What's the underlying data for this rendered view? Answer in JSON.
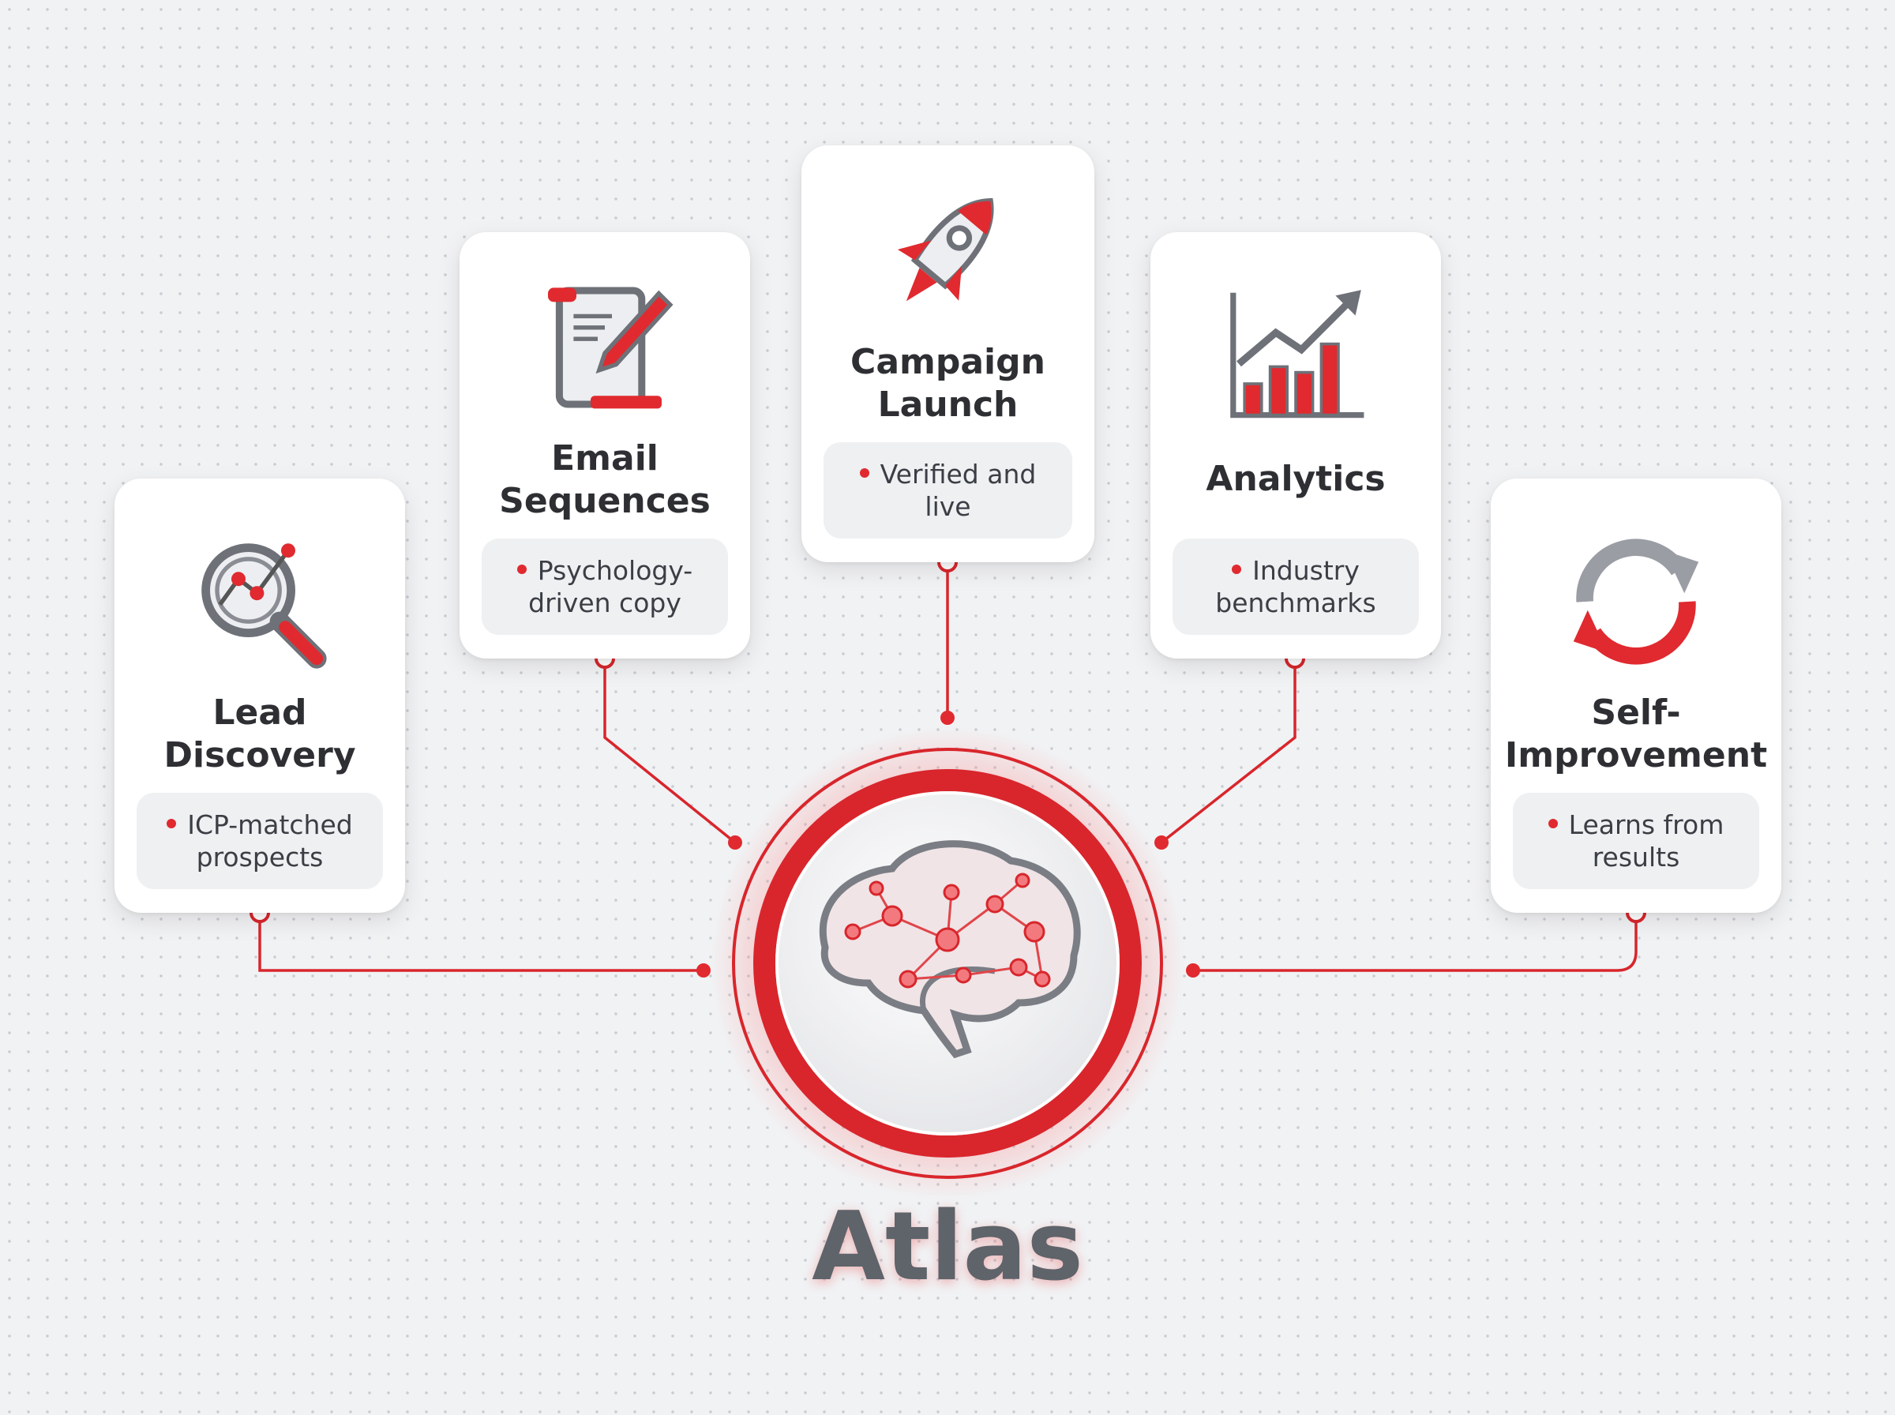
{
  "center": {
    "label": "Atlas",
    "icon": "brain-network-icon"
  },
  "colors": {
    "accent": "#e02a2f",
    "text": "#2d2f33",
    "pill": "#eef0f2"
  },
  "cards": [
    {
      "title": "Lead Discovery",
      "detail": "ICP-matched prospects",
      "icon": "magnifier-chart-icon"
    },
    {
      "title": "Email Sequences",
      "detail": "Psychology-driven copy",
      "icon": "scroll-pen-icon"
    },
    {
      "title": "Campaign Launch",
      "detail": "Verified and live",
      "icon": "rocket-icon"
    },
    {
      "title": "Analytics",
      "detail": "Industry benchmarks",
      "icon": "bar-chart-arrow-icon"
    },
    {
      "title": "Self-Improvement",
      "detail": "Learns from results",
      "icon": "refresh-cycle-icon"
    }
  ]
}
